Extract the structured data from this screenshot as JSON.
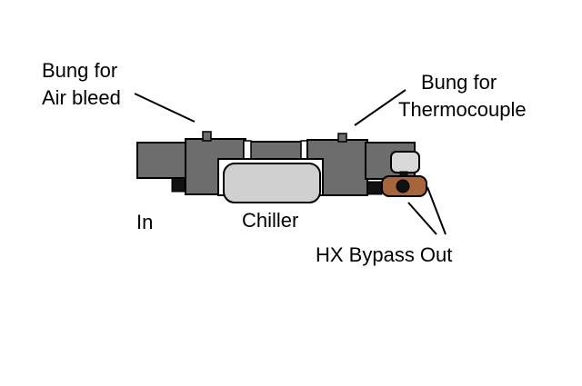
{
  "labels": {
    "bung_air_line1": "Bung for",
    "bung_air_line2": "Air bleed",
    "bung_thermo_line1": "Bung for",
    "bung_thermo_line2": "Thermocouple",
    "inlet": "In",
    "chiller": "Chiller",
    "hx_bypass_out": "HX Bypass Out"
  },
  "colors": {
    "pipe_fill": "#6d6d6d",
    "outline": "#000000",
    "chiller_fill": "#d0d0d0",
    "fitting_fill": "#a7653c",
    "cap_fill": "#d9d9d9",
    "stub_fill": "#111111"
  }
}
